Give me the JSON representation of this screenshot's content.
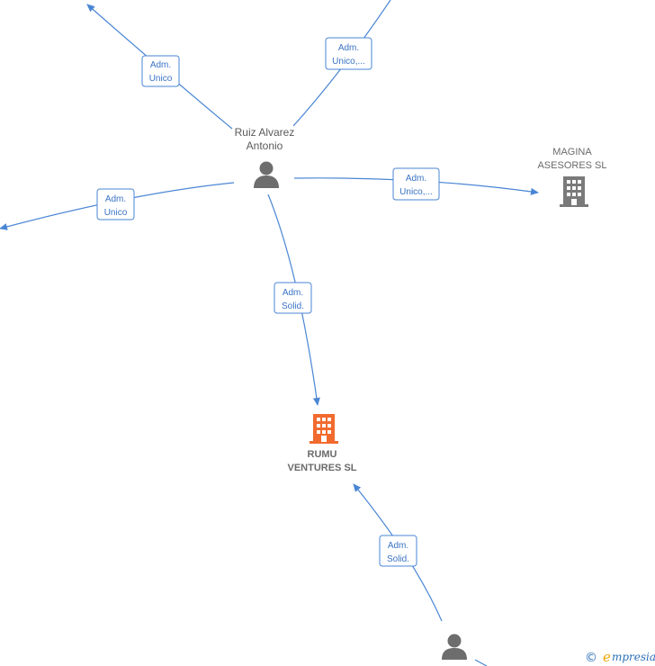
{
  "nodes": {
    "person_main": {
      "line1": "Ruiz Alvarez",
      "line2": "Antonio"
    },
    "company_magina": {
      "line1": "MAGINA",
      "line2": "ASESORES SL"
    },
    "company_rumu": {
      "line1": "RUMU",
      "line2": "VENTURES SL"
    },
    "person_bottom": {
      "line1": "",
      "line2": ""
    }
  },
  "edges": {
    "upper_left": {
      "line1": "Adm.",
      "line2": "Unico"
    },
    "upper_right": {
      "line1": "Adm.",
      "line2": "Unico,..."
    },
    "left": {
      "line1": "Adm.",
      "line2": "Unico"
    },
    "to_magina": {
      "line1": "Adm.",
      "line2": "Unico,..."
    },
    "to_rumu": {
      "line1": "Adm.",
      "line2": "Solid."
    },
    "bottom_to_rumu": {
      "line1": "Adm.",
      "line2": "Solid."
    }
  },
  "colors": {
    "edge": "#4a86d4",
    "person_icon": "#6d6d6d",
    "company_icon": "#7a7a7a",
    "focus_company_icon": "#f26a2e"
  },
  "brand": {
    "copyright": "©",
    "e": "e",
    "rest": "mpresia"
  }
}
